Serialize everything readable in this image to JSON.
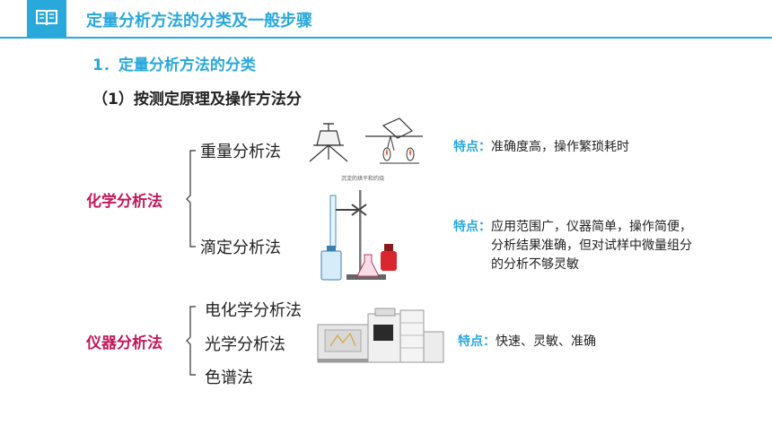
{
  "header": {
    "title": "定量分析方法的分类及一般步骤",
    "accent_color": "#29a8dc",
    "icon": "book-icon"
  },
  "section": {
    "heading": "1．定量分析方法的分类",
    "subheading": "（1）按测定原理及操作方法分"
  },
  "chemical": {
    "category": "化学分析法",
    "methods": [
      "重量分析法",
      "滴定分析法"
    ],
    "image_caption": "沉淀的烘干和灼烧",
    "features": [
      {
        "label": "特点：",
        "text": "准确度高，操作繁琐耗时"
      },
      {
        "label": "特点：",
        "text": "应用范围广，仪器简单，操作简便，分析结果准确，但对试样中微量组分的分析不够灵敏"
      }
    ]
  },
  "instrumental": {
    "category": "仪器分析法",
    "methods": [
      "电化学分析法",
      "光学分析法",
      "色谱法"
    ],
    "feature": {
      "label": "特点：",
      "text": "快速、灵敏、准确"
    }
  },
  "colors": {
    "accent": "#29a8dc",
    "category": "#c3185a"
  }
}
